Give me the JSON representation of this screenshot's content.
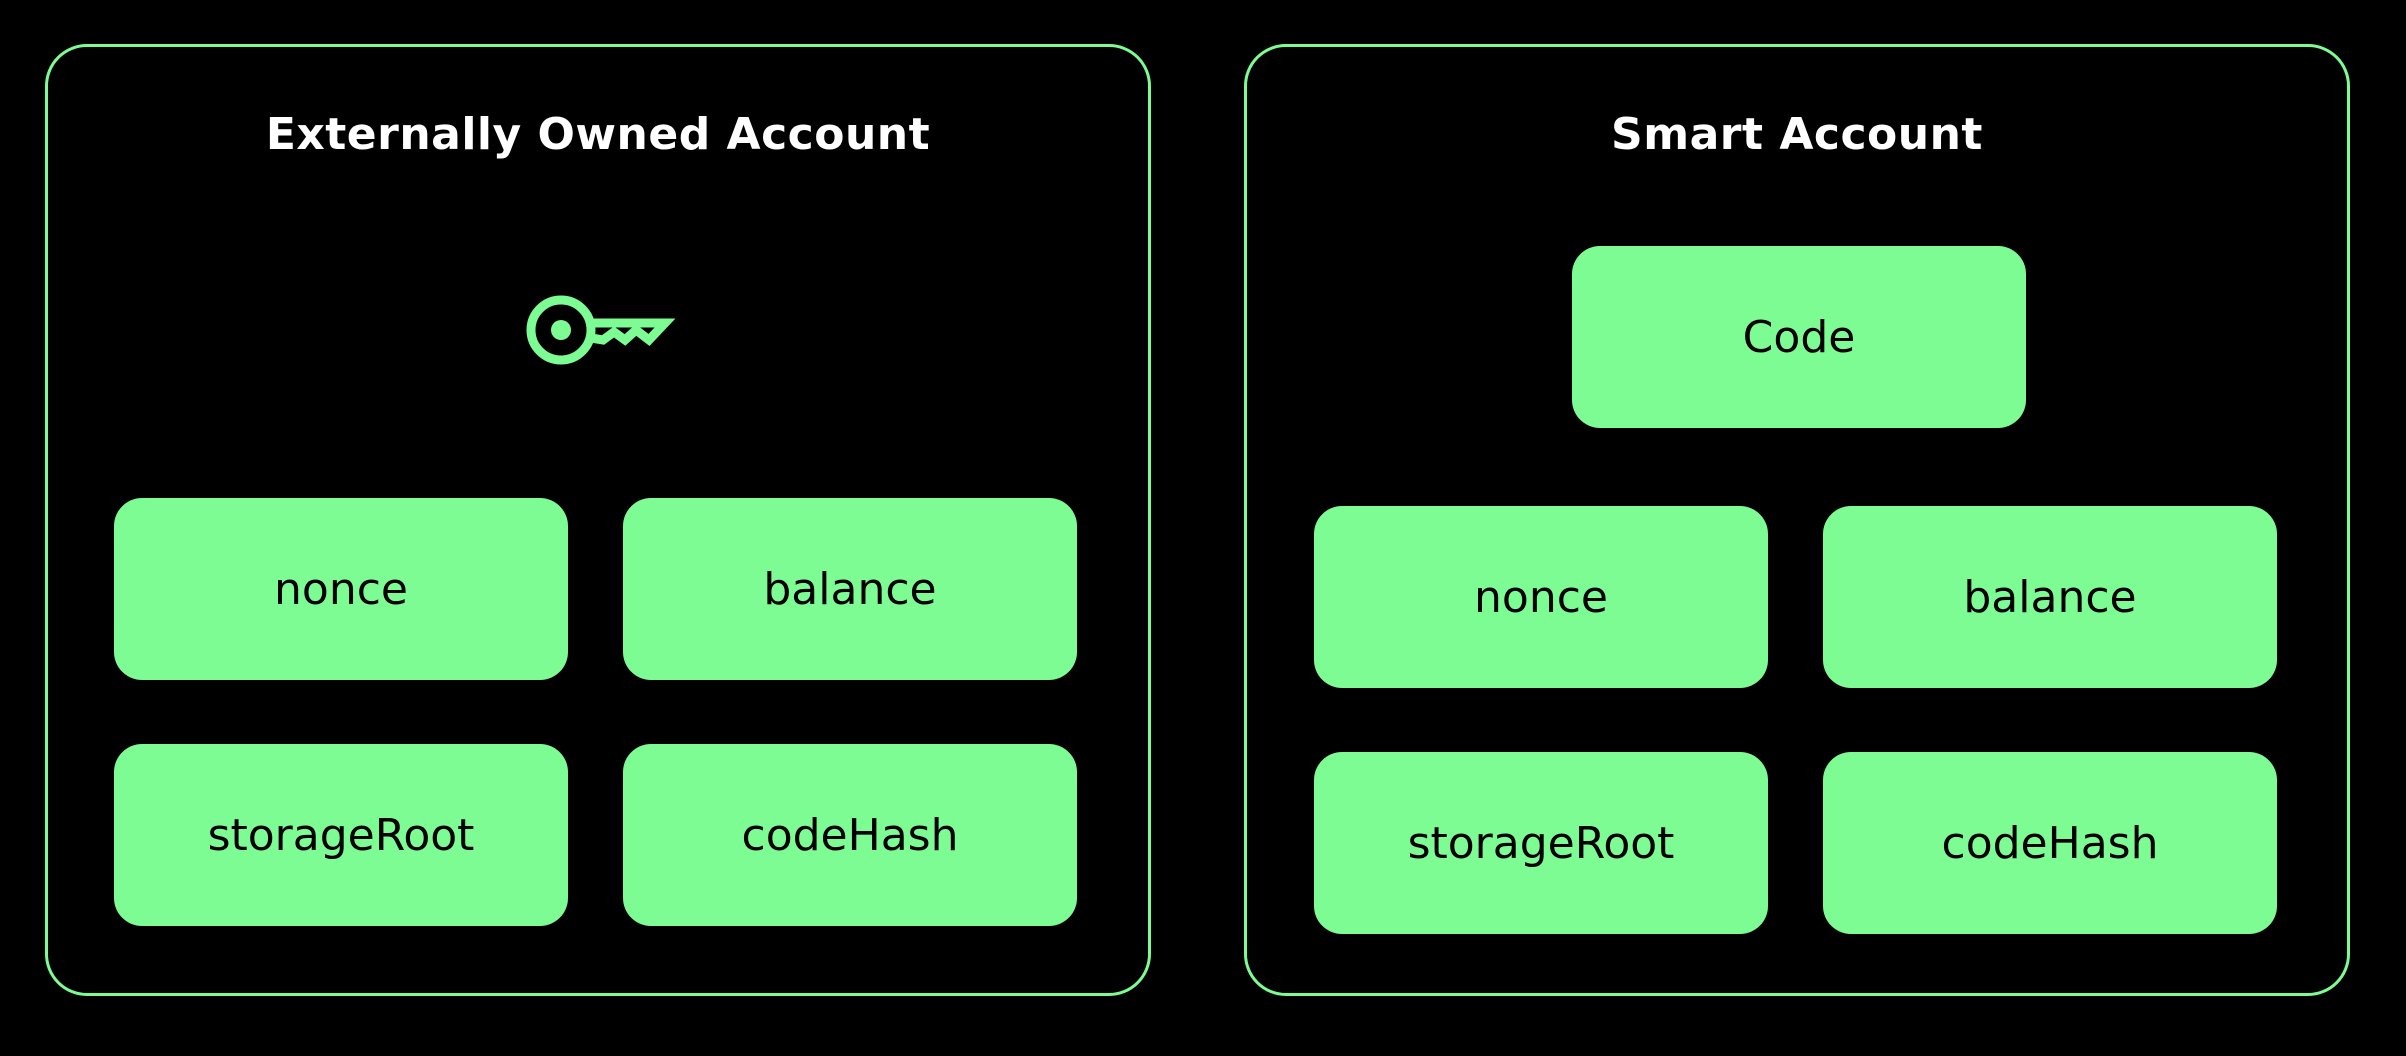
{
  "accent_color": "#7cfc92",
  "background_color": "#000000",
  "eoa": {
    "title": "Externally Owned Account",
    "icon": "key-icon",
    "fields": [
      "nonce",
      "balance",
      "storageRoot",
      "codeHash"
    ]
  },
  "smart": {
    "title": "Smart Account",
    "code_label": "Code",
    "fields": [
      "nonce",
      "balance",
      "storageRoot",
      "codeHash"
    ]
  }
}
